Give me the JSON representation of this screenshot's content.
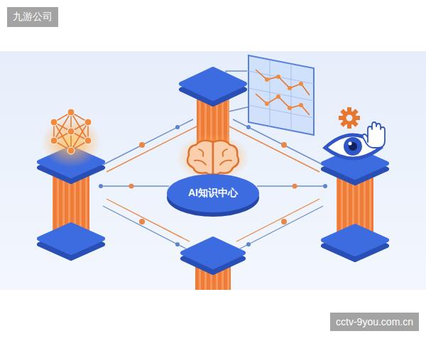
{
  "diagram": {
    "nodes": [
      {
        "text": [
          "AI知识中心"
        ]
      }
    ],
    "labels": [
      "九游公司",
      "cctv-9you.com.cn"
    ]
  }
}
